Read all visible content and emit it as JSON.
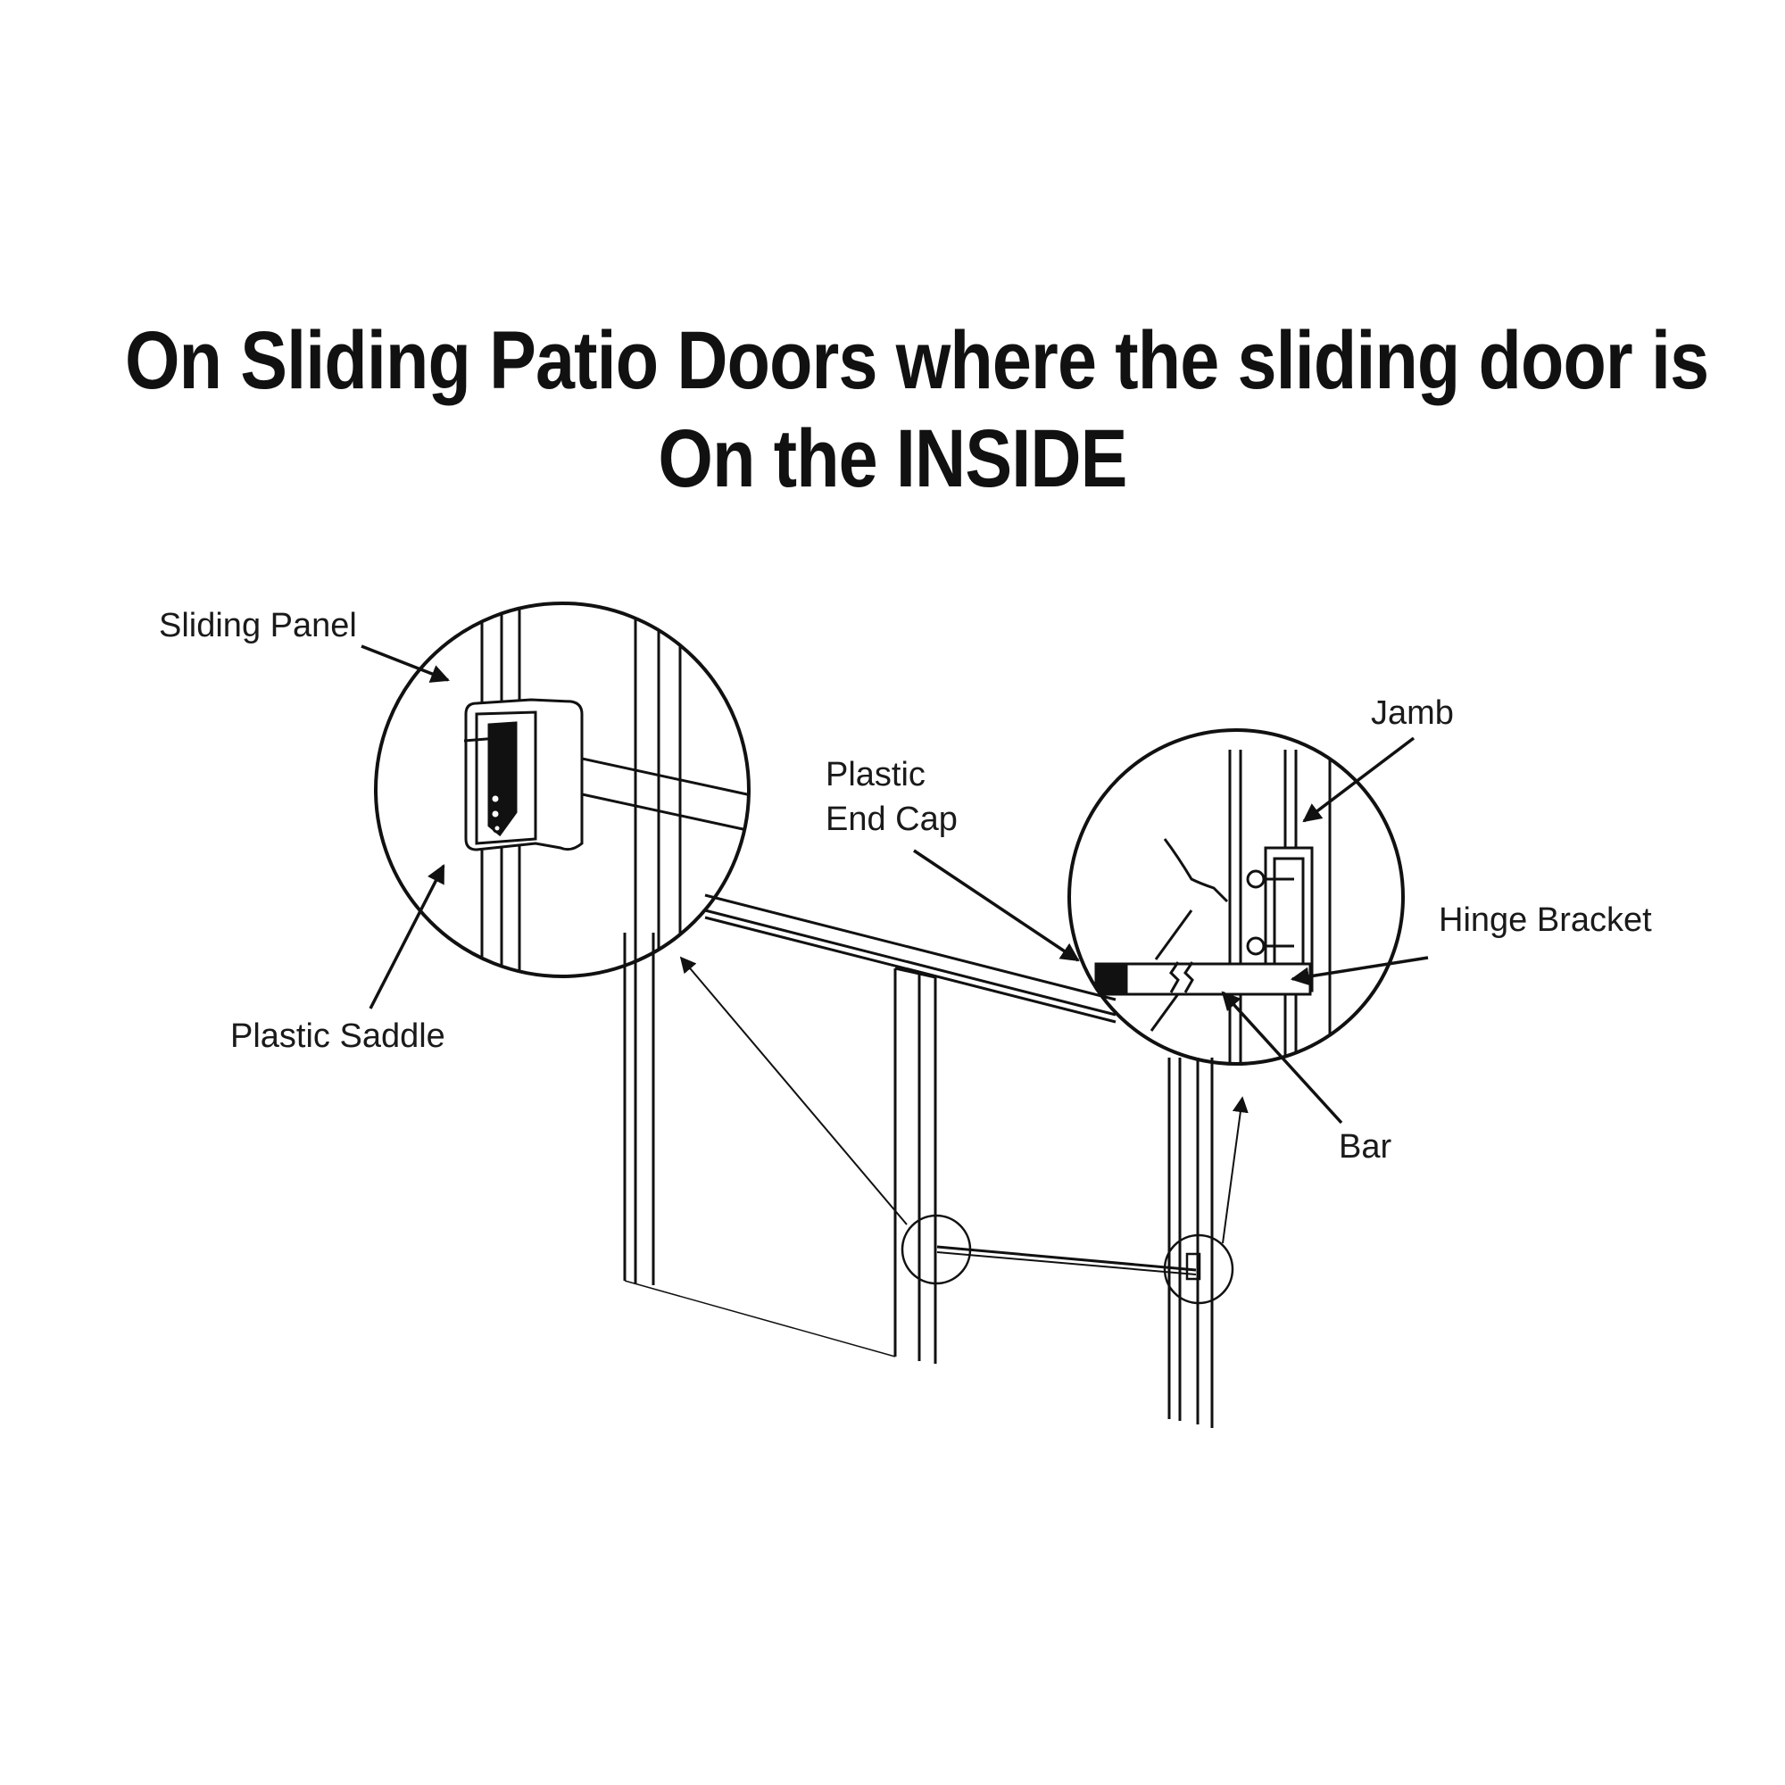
{
  "title": {
    "line1": "On Sliding Patio Doors where the sliding door is",
    "line2": "On the INSIDE"
  },
  "labels": {
    "sliding_panel": "Sliding Panel",
    "plastic_saddle": "Plastic Saddle",
    "plastic_end_cap_line1": "Plastic",
    "plastic_end_cap_line2": "End Cap",
    "jamb": "Jamb",
    "hinge_bracket": "Hinge Bracket",
    "bar": "Bar"
  },
  "colors": {
    "ink": "#111111",
    "background": "#ffffff"
  }
}
